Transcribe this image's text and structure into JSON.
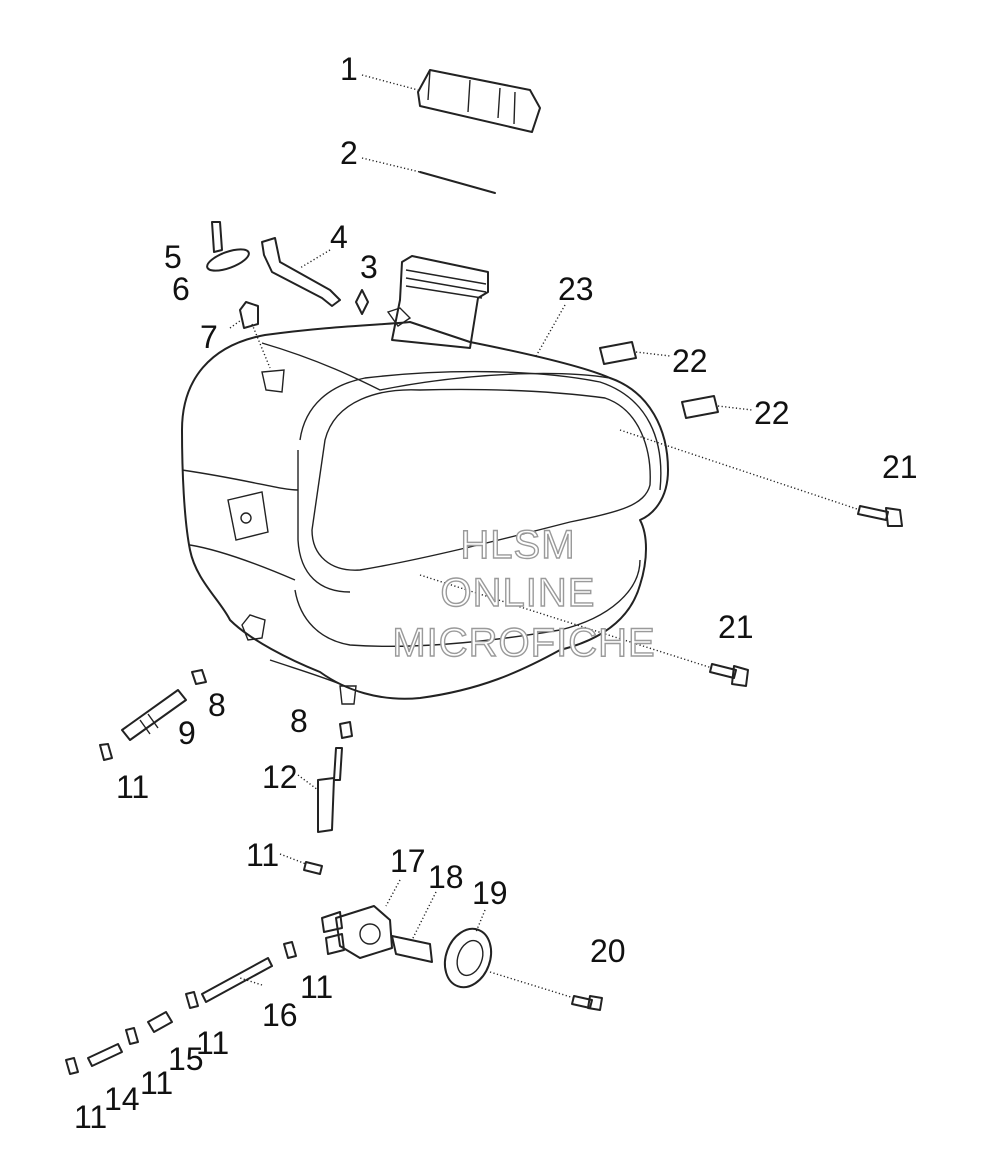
{
  "diagram": {
    "callouts": [
      "1",
      "2",
      "3",
      "4",
      "5",
      "6",
      "7",
      "8",
      "8",
      "9",
      "11",
      "11",
      "11",
      "11",
      "11",
      "11",
      "12",
      "14",
      "15",
      "16",
      "17",
      "18",
      "19",
      "20",
      "21",
      "21",
      "22",
      "22",
      "23"
    ]
  },
  "watermark": {
    "line1": "HLSM",
    "line2": "ONLINE",
    "line3": "MICROFICHE"
  }
}
